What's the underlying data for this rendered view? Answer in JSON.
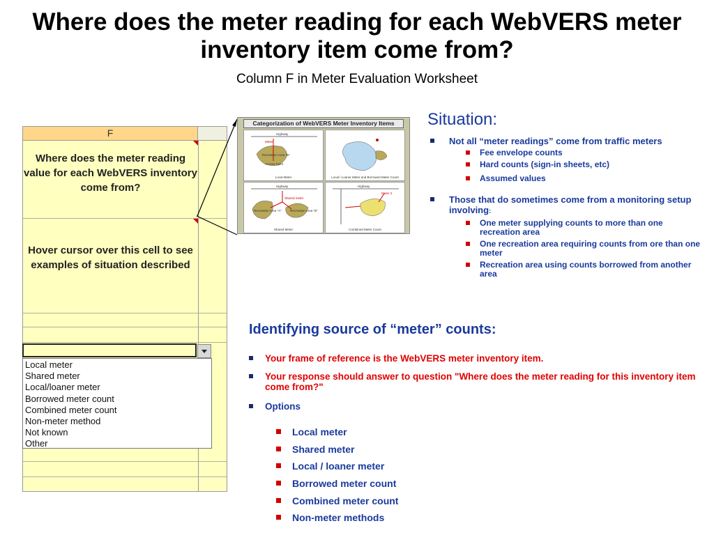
{
  "slide": {
    "title": "Where does the meter reading for each WebVERS meter inventory item come from?",
    "subtitle": "Column F in Meter Evaluation Worksheet"
  },
  "spreadsheet": {
    "column_header": "F",
    "cell1_text": "Where does the meter reading value for each WebVERS inventory come from?",
    "cell2_text": "Hover cursor over this cell to see examples of situation described",
    "dropdown_options": [
      "Local meter",
      "Shared meter",
      "Local/loaner meter",
      "Borrowed meter count",
      "Combined meter count",
      "Non-meter method",
      "Not known",
      "Other"
    ]
  },
  "inset": {
    "title": "Categorization of WebVERS Meter Inventory Items",
    "q1": {
      "highway": "Highway",
      "meter": "Meter",
      "area": "Recreation Area \"B\"",
      "access": "Access Point",
      "caption": "Local Meter"
    },
    "q2": {
      "caption": "Local / Loaner Meter and Borrowed Meter Count"
    },
    "q3": {
      "highway": "Highway",
      "shared": "Shared meter",
      "area_a": "Recreation Area \"A\"",
      "area_b": "Recreation Area \"B\"",
      "caption": "Shared Meter"
    },
    "q4": {
      "highway": "Highway",
      "meter": "Meter 2",
      "caption": "Combined Meter Count"
    }
  },
  "situation": {
    "heading": "Situation:",
    "bullets": [
      {
        "text": "Not all “meter readings” come from traffic meters",
        "sub": [
          "Fee envelope counts",
          "Hard counts (sign-in sheets, etc)",
          "Assumed values"
        ]
      },
      {
        "text": "Those that do sometimes come from a monitoring setup involving",
        "colon": ":",
        "sub": [
          "One meter supplying counts to more than one recreation area",
          "One recreation area requiring counts from ore than one meter",
          "Recreation area using counts borrowed from another area"
        ]
      }
    ]
  },
  "identifying": {
    "heading": "Identifying source of “meter” counts:",
    "bullets": [
      "Your frame of reference is the WebVERS meter inventory item.",
      "Your response should answer to question \"Where does the meter reading for this inventory item come from?\"",
      "Options"
    ],
    "options": [
      "Local meter",
      "Shared meter",
      "Local / loaner meter",
      "Borrowed meter count",
      "Combined meter count",
      "Non-meter methods"
    ]
  },
  "colors": {
    "blue": "#1a3a9c",
    "red": "#e00000",
    "cell_yellow": "#ffffc0",
    "header_orange": "#ffd68a"
  }
}
